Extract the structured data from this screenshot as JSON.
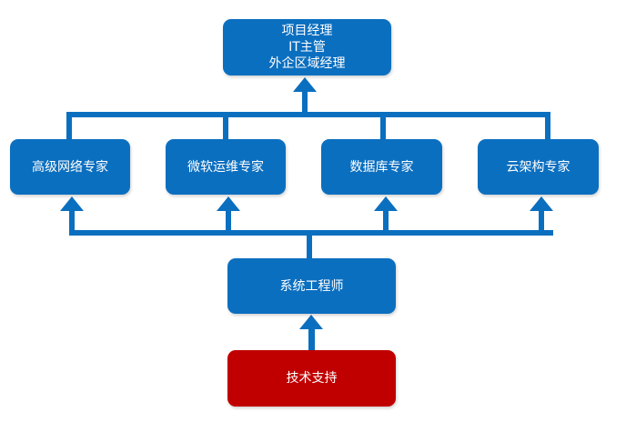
{
  "colors": {
    "box_blue": "#0b6fc0",
    "box_red": "#c00000",
    "connector": "#0b6fc0",
    "text": "#ffffff"
  },
  "nodes": {
    "top": {
      "lines": [
        "项目经理",
        "IT主管",
        "外企区域经理"
      ]
    },
    "network_expert": {
      "label": "高级网络专家"
    },
    "ops_expert": {
      "label": "微软运维专家"
    },
    "db_expert": {
      "label": "数据库专家"
    },
    "cloud_expert": {
      "label": "云架构专家"
    },
    "system_engineer": {
      "label": "系统工程师"
    },
    "tech_support": {
      "label": "技术支持"
    }
  }
}
